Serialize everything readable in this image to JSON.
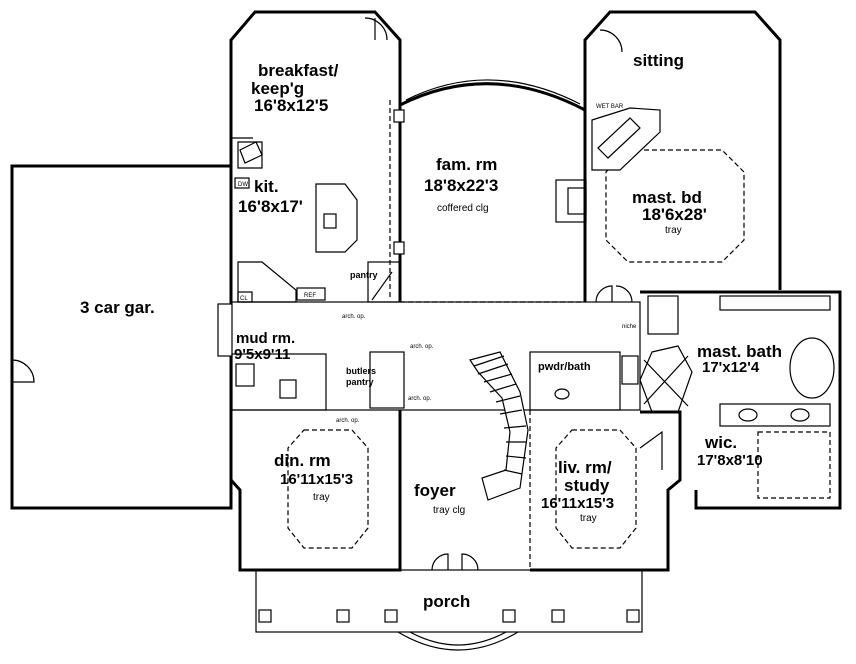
{
  "rooms": {
    "breakfast": {
      "name": "breakfast/\nkeep'g",
      "size": "16'8x12'5"
    },
    "sitting": {
      "name": "sitting"
    },
    "kitchen": {
      "name": "kit.",
      "size": "16'8x17'"
    },
    "family": {
      "name": "fam. rm",
      "size": "18'8x22'3",
      "note": "coffered clg"
    },
    "master_bed": {
      "name": "mast. bd",
      "size": "18'6x28'",
      "note": "tray"
    },
    "garage": {
      "name": "3 car gar."
    },
    "mudroom": {
      "name": "mud rm.",
      "size": "9'5x9'11"
    },
    "butlers": {
      "name": "butlers\npantry"
    },
    "powder": {
      "name": "pwdr/bath"
    },
    "master_bath": {
      "name": "mast. bath",
      "size": "17'x12'4"
    },
    "wic": {
      "name": "wic.",
      "size": "17'8x8'10"
    },
    "dining": {
      "name": "din. rm",
      "size": "16'11x15'3",
      "note": "tray"
    },
    "foyer": {
      "name": "foyer",
      "note": "tray clg"
    },
    "living": {
      "name": "liv. rm/\nstudy",
      "size": "16'11x15'3",
      "note": "tray"
    },
    "porch": {
      "name": "porch"
    },
    "pantry": {
      "name": "pantry"
    }
  },
  "small_labels": {
    "wet_bar": "WET BAR",
    "arch_op": "arch. op.",
    "niche": "niche",
    "cl": "CL",
    "dw": "DW",
    "ref": "REF"
  }
}
